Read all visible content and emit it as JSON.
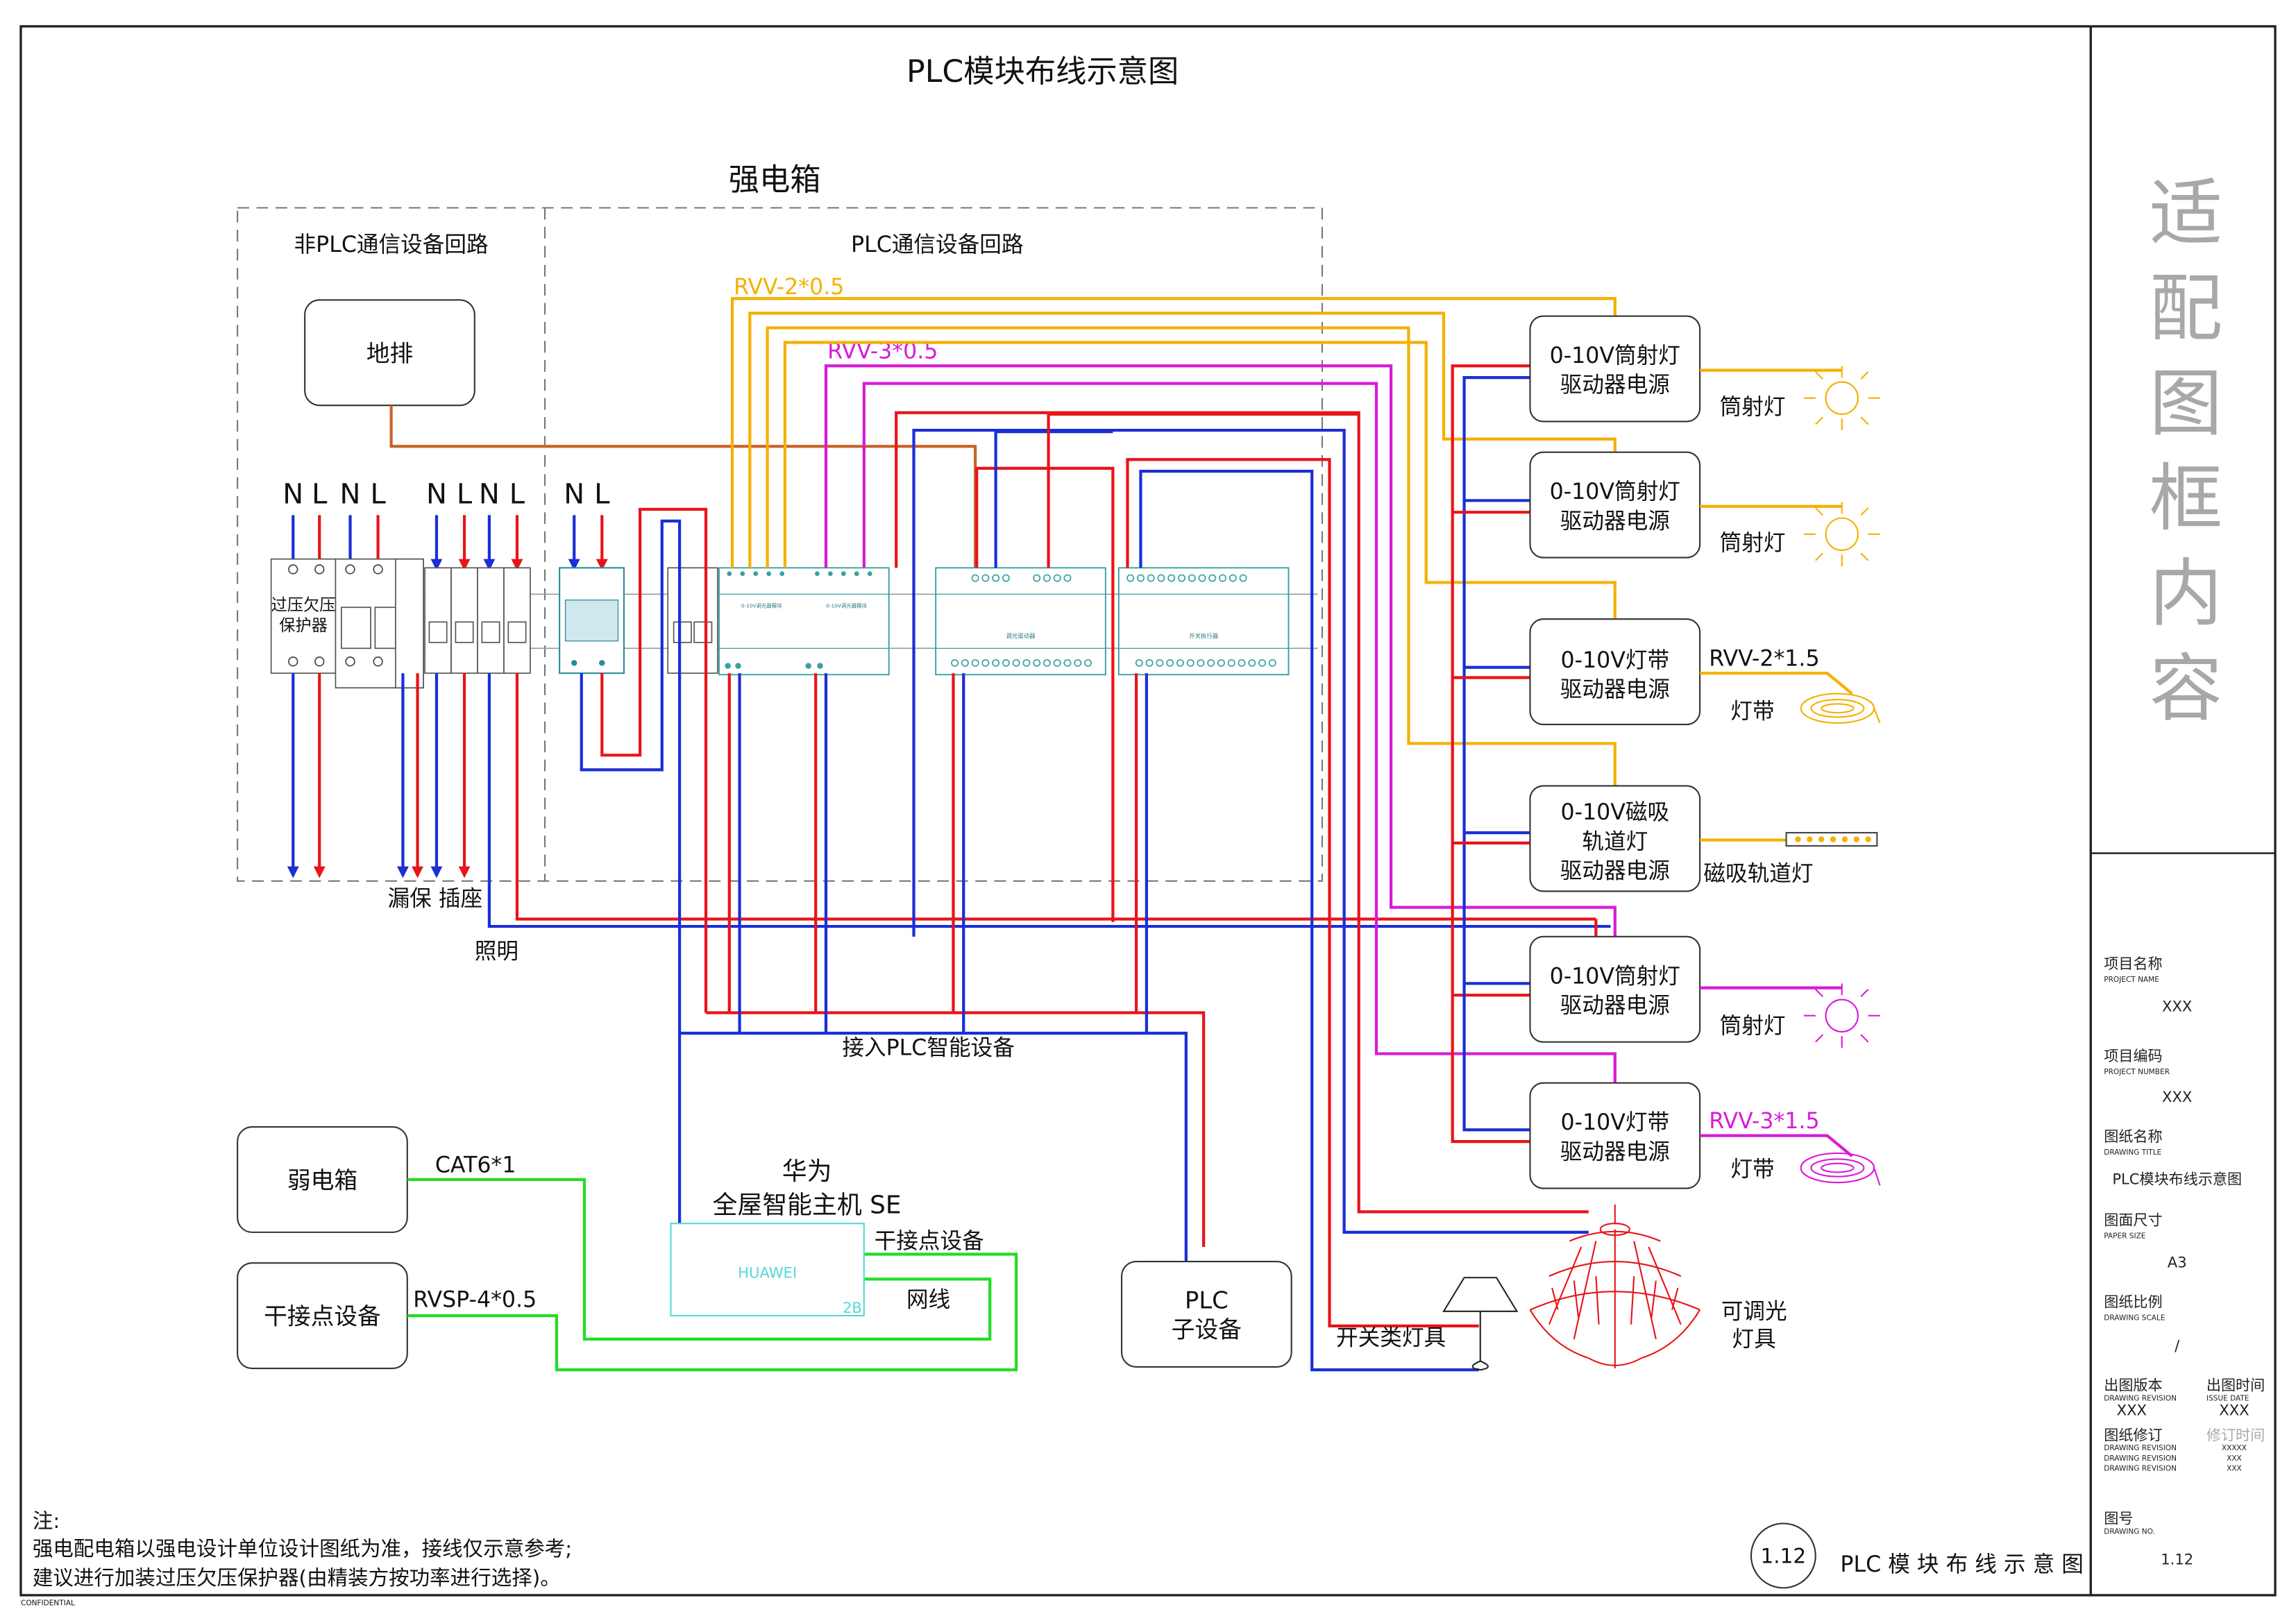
{
  "diagram": {
    "title": "PLC模块布线示意图",
    "panel_title": "强电箱",
    "region_non_plc": "非PLC通信设备回路",
    "region_plc": "PLC通信设备回路",
    "grounding": "地排",
    "protector": [
      "过压欠压",
      "保护器"
    ],
    "nl_group1": [
      "N",
      "L",
      "N",
      "L"
    ],
    "nl_group2": [
      "N",
      "L",
      "N",
      "L"
    ],
    "nl_group3": [
      "N",
      "L"
    ],
    "leakage_socket": "漏保 插座",
    "lighting": "照明",
    "cable_rvv2": "RVV-2*0.5",
    "cable_rvv3": "RVV-3*0.5",
    "access_plc": "接入PLC智能设备",
    "module_labels": [
      "0-10V调光器模块",
      "0-10V调光器模块",
      "调光驱动器",
      "开关执行器"
    ],
    "weak_box": "弱电箱",
    "cat6": "CAT6*1",
    "dry_contact_device": "干接点设备",
    "rvsp": "RVSP-4*0.5",
    "host_title": [
      "华为",
      "全屋智能主机 SE"
    ],
    "host_logo": "HUAWEI",
    "host_code": "2B",
    "host_dry_contact": "干接点设备",
    "host_network": "网线",
    "plc_sub": [
      "PLC",
      "子设备"
    ],
    "switch_lamp": "开关类灯具",
    "dimmable_lamp": [
      "可调光",
      "灯具"
    ],
    "drivers": [
      {
        "lines": [
          "0-10V筒射灯",
          "驱动器电源"
        ]
      },
      {
        "lines": [
          "0-10V筒射灯",
          "驱动器电源"
        ]
      },
      {
        "lines": [
          "0-10V灯带",
          "驱动器电源"
        ]
      },
      {
        "lines": [
          "0-10V磁吸",
          "轨道灯",
          "驱动器电源"
        ]
      },
      {
        "lines": [
          "0-10V筒射灯",
          "驱动器电源"
        ]
      },
      {
        "lines": [
          "0-10V灯带",
          "驱动器电源"
        ]
      }
    ],
    "fixtures": [
      "筒射灯",
      "筒射灯",
      "灯带",
      "磁吸轨道灯",
      "筒射灯",
      "灯带"
    ],
    "strip_cable_1": "RVV-2*1.5",
    "strip_cable_2": "RVV-3*1.5",
    "notes": [
      "注:",
      "强电配电箱以强电设计单位设计图纸为准，接线仅示意参考;",
      "建议进行加装过压欠压保护器(由精装方按功率进行选择)。"
    ],
    "confidential": "CONFIDENTIAL",
    "page_no": "1.12",
    "page_title_spaced": "PLC 模 块 布 线 示 意 图",
    "colors": {
      "live": "#e8141a",
      "neutral": "#1a2fd6",
      "rvv2": "#f5b000",
      "rvv3": "#d81bd8",
      "weak": "#22dd22",
      "ground": "#c8642a"
    }
  },
  "title_block": {
    "vertical_title": [
      "适",
      "配",
      "图",
      "框",
      "内",
      "容"
    ],
    "project_name_label": "项目名称",
    "project_name_en": "PROJECT NAME",
    "project_name_value": "XXX",
    "project_number_label": "项目编码",
    "project_number_en": "PROJECT NUMBER",
    "project_number_value": "XXX",
    "drawing_title_label": "图纸名称",
    "drawing_title_en": "DRAWING TITLE",
    "drawing_title_value": "PLC模块布线示意图",
    "paper_size_label": "图面尺寸",
    "paper_size_en": "PAPER SIZE",
    "paper_size_value": "A3",
    "scale_label": "图纸比例",
    "scale_en": "DRAWING SCALE",
    "scale_value": "/",
    "revision_label": "出图版本",
    "revision_en": "DRAWING REVISION",
    "revision_value": "XXX",
    "issue_date_label": "出图时间",
    "issue_date_en": "ISSUE DATE",
    "issue_date_value": "XXX",
    "amend_label": "图纸修订",
    "amend_time_label": "修订时间",
    "amend_rows": [
      {
        "label": "DRAWING REVISION",
        "value": "XXXXX"
      },
      {
        "label": "DRAWING REVISION",
        "value": "XXX"
      },
      {
        "label": "DRAWING REVISION",
        "value": "XXX"
      }
    ],
    "drawing_no_label": "图号",
    "drawing_no_en": "DRAWING NO.",
    "drawing_no_value": "1.12"
  }
}
